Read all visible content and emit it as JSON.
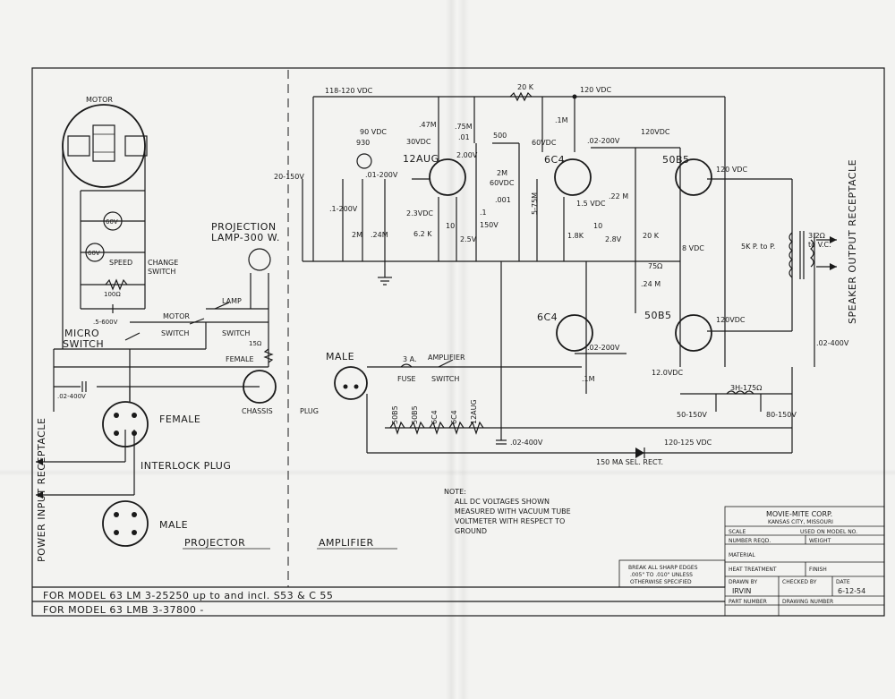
{
  "sections": {
    "projector": "PROJECTOR",
    "amplifier": "AMPLIFIER"
  },
  "projector": {
    "motor": "MOTOR",
    "v60a": "60V",
    "v60b": "60V",
    "speed": "SPEED",
    "change": "CHANGE",
    "switch_word": "SWITCH",
    "r100": "100Ω",
    "cap_5_600": ".5-600V",
    "micro": "MICRO",
    "micro_switch": "SWITCH",
    "motor_sw1": "MOTOR",
    "motor_sw2": "SWITCH",
    "lamp_sw1": "LAMP",
    "lamp_sw2": "SWITCH",
    "proj_lamp1": "PROJECTION",
    "proj_lamp2": "LAMP-300 W.",
    "r15": "15Ω",
    "female_top": "FEMALE",
    "chassis": "CHASSIS",
    "plug": "PLUG",
    "cap_02_400": ".02-400V",
    "female": "FEMALE",
    "interlock": "INTERLOCK PLUG",
    "male": "MALE",
    "power_input": "POWER INPUT RECEPTACLE"
  },
  "amplifier": {
    "v118": "118-120 VDC",
    "r20k": "20 K",
    "v120top": "120 VDC",
    "v90": "90 VDC",
    "t930": "930",
    "r47m": ".47M",
    "r75m": ".75M",
    "c01": ".01",
    "v30": "30VDC",
    "v200": "2.00V",
    "t12aug": "12AUG",
    "c500": "500",
    "t6c4": "6C4",
    "v60vdc": "60VDC",
    "r1m": ".1M",
    "c02_200": ".02-200V",
    "v120_50b5a": "120VDC",
    "t50b5a": "50B5",
    "v120b": "120 VDC",
    "r20_150": "20-150V",
    "c01_200": ".01-200V",
    "c1_200": ".1-200V",
    "r2m": "2M",
    "r2m2": "2M",
    "v60dc": "60VDC",
    "c001": ".001",
    "r5_75": "5-75M",
    "r22m": ".22 M",
    "r15k": "1.5 VDC",
    "r18k": "1.8K",
    "c10": "10",
    "v28": "2.8V",
    "r24m": ".24M",
    "v23": "2.3VDC",
    "r62k": "6.2 K",
    "c10b": "10",
    "v25": "2.5V",
    "c1": ".1",
    "v150": "150V",
    "r20k2": "20 K",
    "v8": "8 VDC",
    "r75": "75Ω",
    "r24m2": ".24 M",
    "t5k": "5K P. to P.",
    "t32": "3.2Ω",
    "tovc": "to V.C.",
    "speaker": "SPEAKER OUTPUT RECEPTACLE",
    "t6c4b": "6C4",
    "c02_200b": ".02-200V",
    "t50b5b": "50B5",
    "v120c": "120VDC",
    "v120d": "12.0VDC",
    "c02_400b": ".02-400V",
    "r1m2": ".1M",
    "male": "MALE",
    "fuse": "3 A.",
    "fuse2": "FUSE",
    "amp_sw": "AMPLIFIER",
    "amp_sw2": "SWITCH",
    "choke": "3H-175Ω",
    "c50_150a": "50-150V",
    "c50_150b": "80-150V",
    "h1": "50B5",
    "h2": "50B5",
    "h3": "6C4",
    "h4": "6C4",
    "h5": "12AUG",
    "c02_400c": ".02-400V",
    "v120_125": "120-125 VDC",
    "rect": "150 MA SEL. RECT."
  },
  "note": {
    "title": "NOTE:",
    "lines": [
      "ALL DC VOLTAGES SHOWN",
      "MEASURED WITH VACUUM TUBE",
      "VOLTMETER WITH RESPECT TO",
      "GROUND"
    ]
  },
  "model_lines": {
    "line1": "FOR MODEL  63 LM  3-25250  up to and incl.  S53 & C 55",
    "line2": "FOR MODEL  63 LMB 3-37800 -"
  },
  "title_block": {
    "edges1": "BREAK ALL SHARP EDGES",
    "edges2": ".005\" TO .010\" UNLESS",
    "edges3": "OTHERWISE SPECIFIED",
    "company": "MOVIE-MITE CORP.",
    "city": "KANSAS CITY, MISSOURI",
    "scale": "SCALE",
    "used_on": "USED ON MODEL NO.",
    "number_reqd": "NUMBER REQD.",
    "weight": "WEIGHT",
    "material": "MATERIAL",
    "heat": "HEAT TREATMENT",
    "finish": "FINISH",
    "drawn_by": "DRAWN BY",
    "checked_by": "CHECKED BY",
    "date": "DATE",
    "drawn_val": "IRVIN",
    "date_val": "6-12-54",
    "part_number": "PART NUMBER",
    "drawing_number": "DRAWING NUMBER"
  }
}
